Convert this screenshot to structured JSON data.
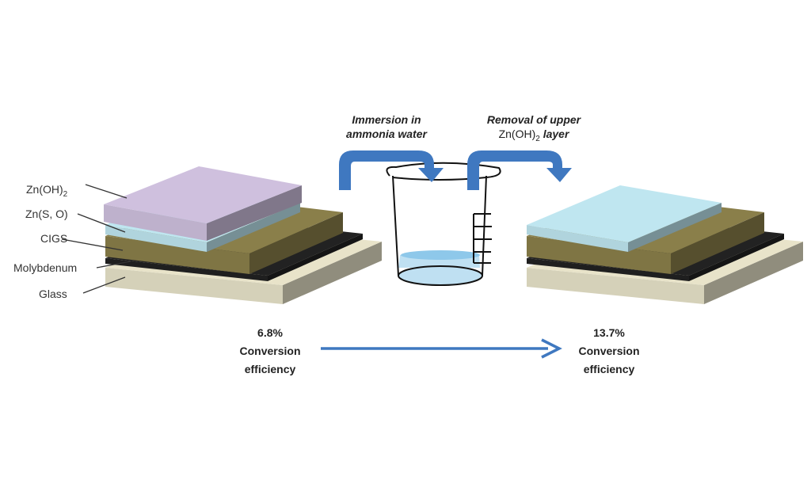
{
  "colors": {
    "arrow": "#3f78c0",
    "glass": "#e8e3c9",
    "molybdenum": "#222222",
    "cigs": "#8a7f4a",
    "zns": "#bfe6f0",
    "znoh": "#cfc0de"
  },
  "layer_labels": [
    {
      "main": "Zn(OH)",
      "sub": "2"
    },
    {
      "main": "Zn(S, O)",
      "sub": ""
    },
    {
      "main": "CIGS",
      "sub": ""
    },
    {
      "main": "Molybdenum",
      "sub": ""
    },
    {
      "main": "Glass",
      "sub": ""
    }
  ],
  "step1": {
    "line1": "Immersion in",
    "line2": "ammonia water"
  },
  "step2": {
    "line1": "Removal of upper",
    "line2_prefix": "Zn(OH)",
    "line2_sub": "2",
    "line2_suffix": " layer"
  },
  "before": {
    "value": "6.8%",
    "line2": "Conversion",
    "line3": "efficiency"
  },
  "after": {
    "value": "13.7%",
    "line2": "Conversion",
    "line3": "efficiency"
  }
}
